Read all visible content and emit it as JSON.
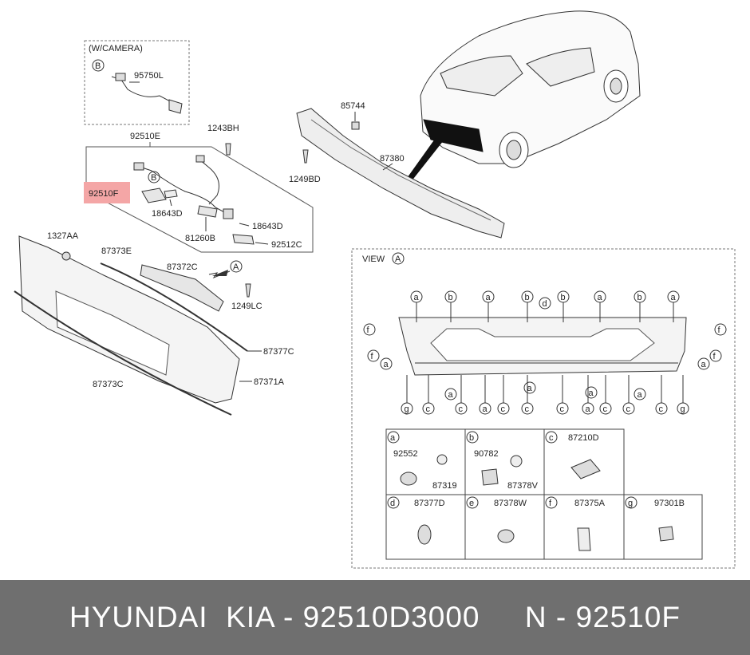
{
  "camera_box": {
    "title": "(W/CAMERA)",
    "marker": "B",
    "part": "95750L"
  },
  "harness": {
    "part_top": "92510E",
    "highlight_part": "92510F",
    "highlight_color": "#f4a6a6",
    "marker": "B",
    "parts": [
      "18643D",
      "81260B",
      "18643D",
      "92512C",
      "1243BH"
    ]
  },
  "upper_parts": [
    "85744",
    "87380",
    "1249BD"
  ],
  "lower_parts": [
    "1327AA",
    "87373E",
    "87372C",
    "1249LC",
    "87377C",
    "87373C",
    "87371A"
  ],
  "arrow_marker": "A",
  "view": {
    "title": "VIEW",
    "marker": "A",
    "top_callouts": [
      "a",
      "b",
      "a",
      "b",
      "b",
      "a",
      "b",
      "a"
    ],
    "bottom_callouts": [
      "g",
      "c",
      "c",
      "a",
      "c",
      "c",
      "c",
      "a",
      "c",
      "c",
      "c",
      "g"
    ],
    "mid_callouts": [
      "a",
      "a",
      "a",
      "a",
      "d"
    ],
    "side_left": [
      "f",
      "f",
      "a"
    ],
    "side_right": [
      "f",
      "f",
      "a"
    ]
  },
  "legend": [
    {
      "key": "a",
      "parts": [
        "92552",
        "87319"
      ]
    },
    {
      "key": "b",
      "parts": [
        "90782",
        "87378V"
      ]
    },
    {
      "key": "c",
      "parts": [
        "87210D"
      ]
    },
    {
      "key": "d",
      "parts": [
        "87377D"
      ]
    },
    {
      "key": "e",
      "parts": [
        "87378W"
      ]
    },
    {
      "key": "f",
      "parts": [
        "87375A"
      ]
    },
    {
      "key": "g",
      "parts": [
        "97301B"
      ]
    }
  ],
  "footer": {
    "text": "HYUNDAI  KIA - 92510D3000     N - 92510F",
    "bg": "#6f6f6f"
  }
}
